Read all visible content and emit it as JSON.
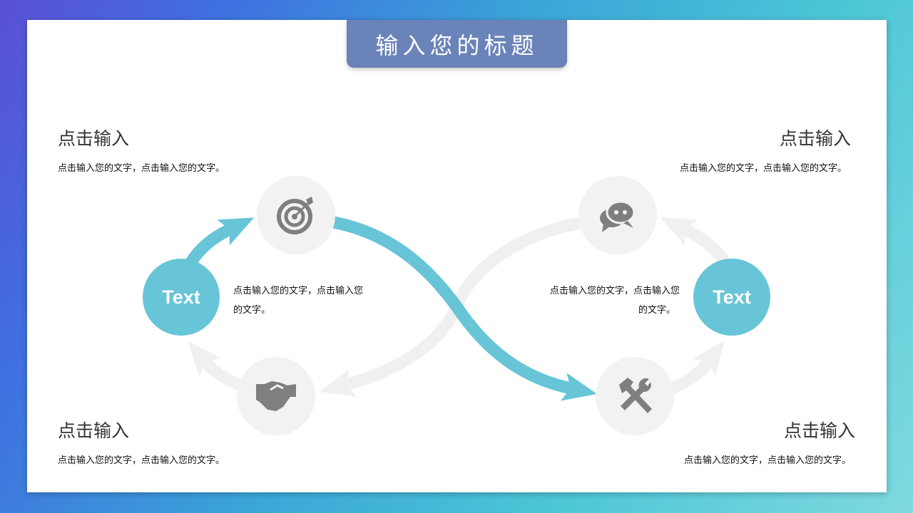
{
  "title": "输入您的标题",
  "blocks": [
    {
      "heading": "点击输入",
      "text": "点击输入您的文字，点击输入您的文字。"
    },
    {
      "heading": "点击输入",
      "text": "点击输入您的文字，点击输入您的文字。"
    },
    {
      "heading": "点击输入",
      "text": "点击输入您的文字，点击输入您的文字。"
    },
    {
      "heading": "点击输入",
      "text": "点击输入您的文字，点击输入您的文字。"
    }
  ],
  "center_left": {
    "label": "Text",
    "line1": "点击输入您的文字，点击输入您",
    "line2": "的文字。"
  },
  "center_right": {
    "label": "Text",
    "line1": "点击输入您的文字，点击输入您",
    "line2": "的文字。"
  },
  "colors": {
    "accent": "#67c5d7",
    "title_bg": "#6a83b8",
    "muted": "#f2f2f2",
    "icon": "#7f7f7f"
  }
}
